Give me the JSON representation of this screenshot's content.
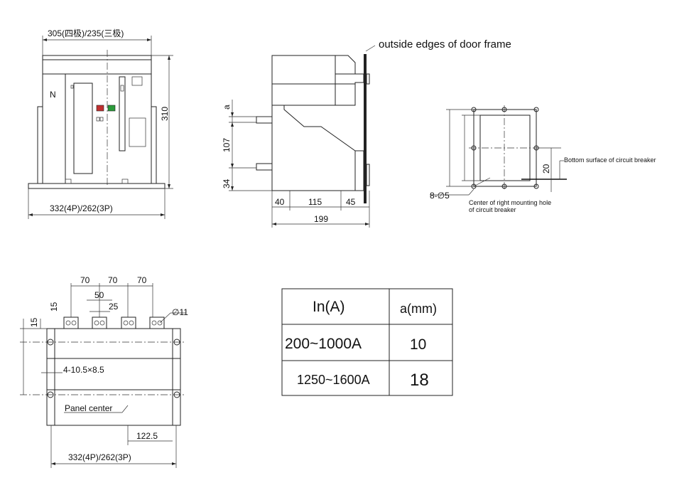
{
  "front_view": {
    "width_top_label": "305(四极)/235(三极)",
    "height_label": "310",
    "pole_label": "N",
    "width_bottom_label": "332(4P)/262(3P)"
  },
  "side_view": {
    "title": "outside edges of door frame",
    "dim_a": "a",
    "dim_107": "107",
    "dim_34": "34",
    "dim_40": "40",
    "dim_115": "115",
    "dim_45": "45",
    "dim_199": "199"
  },
  "panel_cutout": {
    "bottom_surface_label": "Bottom surface of circuit breaker",
    "dim_20": "20",
    "holes_label": "8-∅5",
    "mount_hole_line1": "Center of right mounting hole",
    "mount_hole_line2": "of circuit breaker"
  },
  "rear_view": {
    "pitch_1": "70",
    "pitch_2": "70",
    "pitch_3": "70",
    "dim_50": "50",
    "dim_25": "25",
    "dim_15_a": "15",
    "dim_15_b": "15",
    "hole_dia": "∅11",
    "mount_slots": "4-10.5×8.5",
    "panel_center": "Panel center",
    "dim_122_5": "122.5",
    "width_label": "332(4P)/262(3P)"
  },
  "spec_table": {
    "header_current": "In(A)",
    "header_a": "a(mm)",
    "rows": [
      {
        "range": "200~1000A",
        "a": "10"
      },
      {
        "range": "1250~1600A",
        "a": "18"
      }
    ]
  }
}
